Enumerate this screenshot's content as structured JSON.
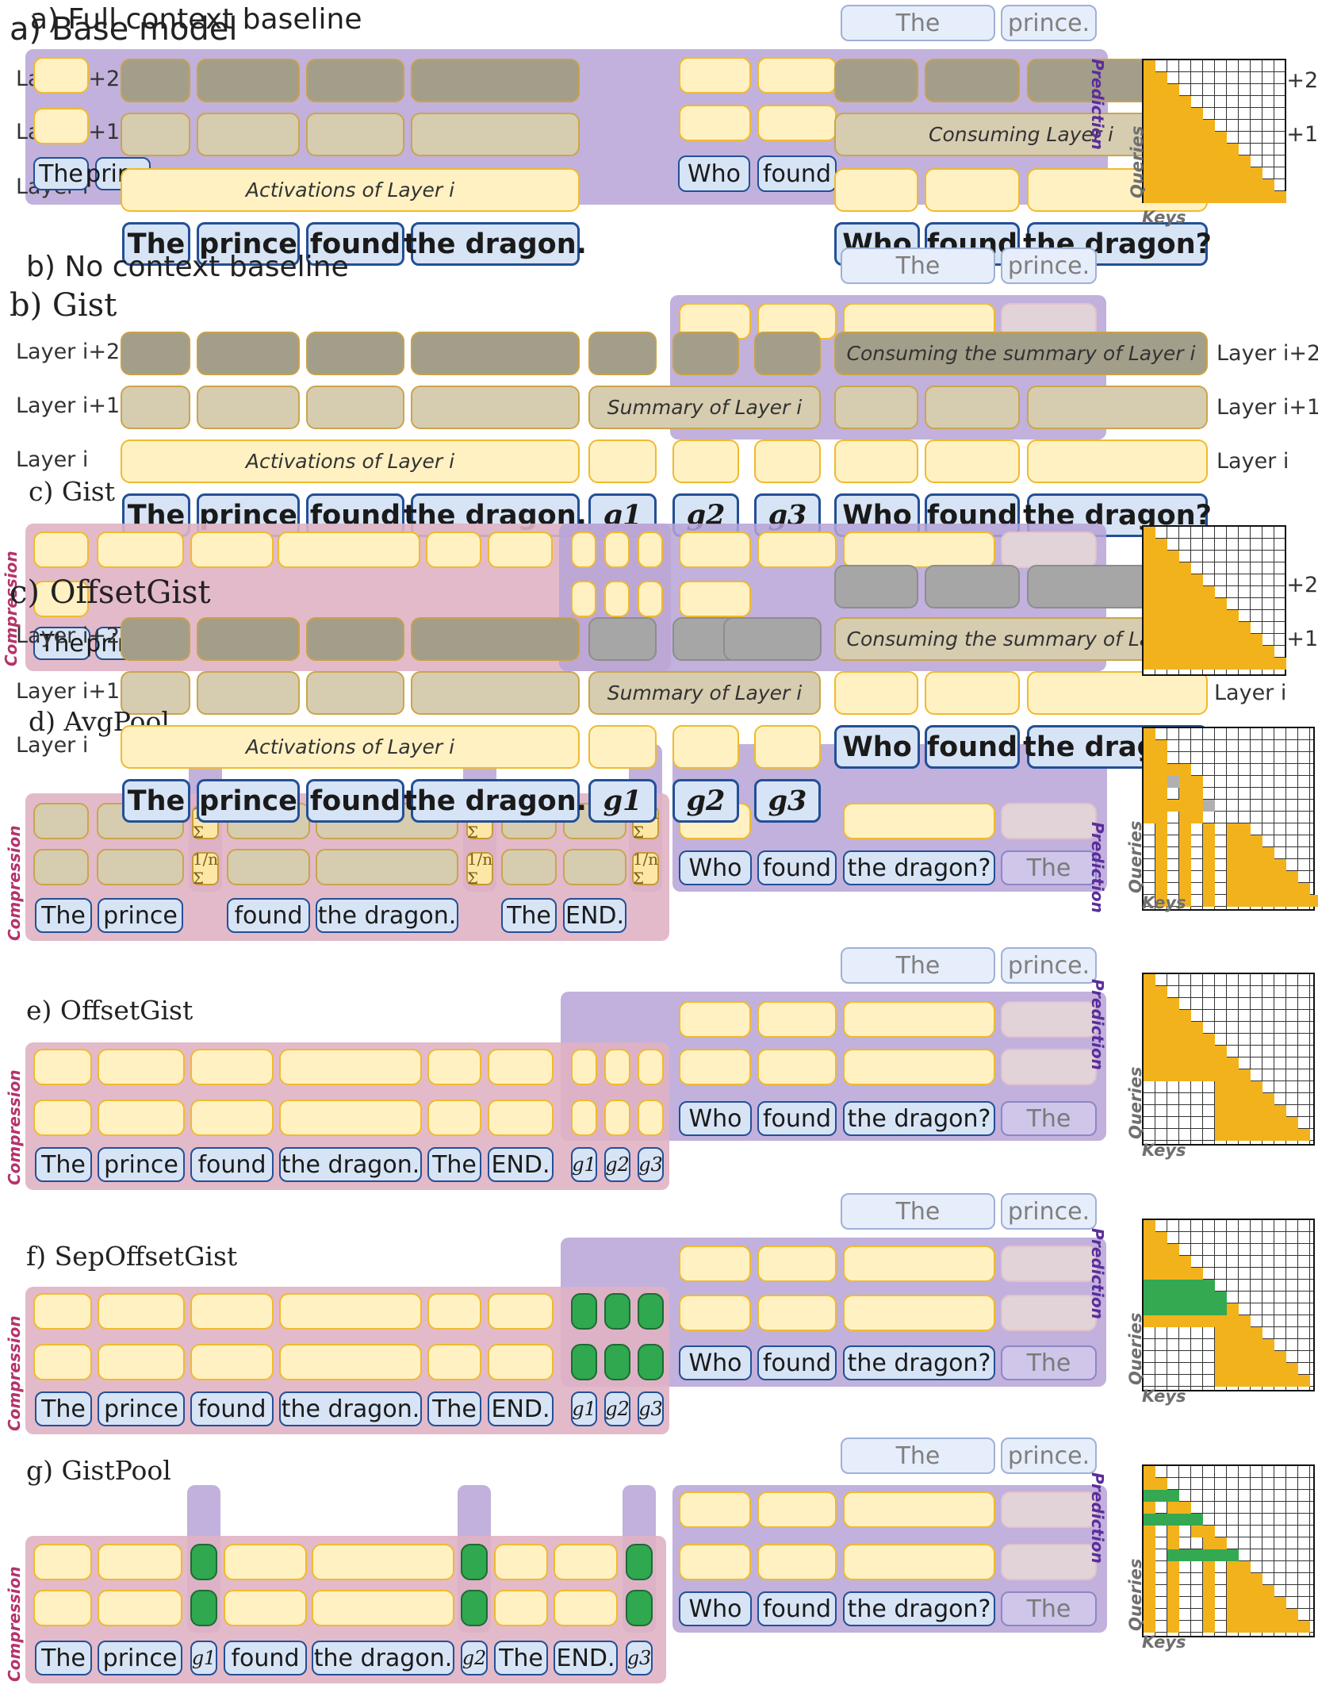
{
  "panels": {
    "a_full_context": "a) Full context baseline",
    "a_base_model": "a) Base model",
    "b_no_context": "b) No context baseline",
    "b_gist": "b) Gist",
    "c_gist": "c) Gist",
    "c_offsetgist": "c) OffsetGist",
    "d_avgpool": "d) AvgPool",
    "e_offsetgist": "e) OffsetGist",
    "f_sepoffsetgist": "f) SepOffsetGist",
    "g_gistpool": "g) GistPool"
  },
  "layers": {
    "i2": "Layer i+2",
    "i1": "Layer i+1",
    "i": "Layer i"
  },
  "annotations": {
    "activations": "Activations of Layer i",
    "consuming": "Consuming Layer i",
    "summary": "Summary of Layer i",
    "consuming_summary": "Consuming the summary of Layer i"
  },
  "side_labels": {
    "prediction": "Prediction",
    "compression": "Compression",
    "queries": "Queries",
    "keys": "Keys"
  },
  "tokens": {
    "the": "The",
    "prince": "prince",
    "found": "found",
    "the_dragon_period": "the dragon.",
    "end": "END.",
    "who": "Who",
    "the_dragon_q": "the dragon?",
    "prince_period": "prince.",
    "g1": "g1",
    "g2": "g2",
    "g3": "g3",
    "sum_symbol": "1/n Σ"
  },
  "colors": {
    "activation_fill": "#fff1c2",
    "activation_border": "#f0ba2d",
    "token_fill": "#d7e4f5",
    "token_border": "#234f96",
    "context_region": "#b6a3d6",
    "compression_region": "#e0b3c4",
    "mask_orange": "#f2b21c",
    "mask_green": "#35a852",
    "mask_grey": "#b0b0b0"
  }
}
